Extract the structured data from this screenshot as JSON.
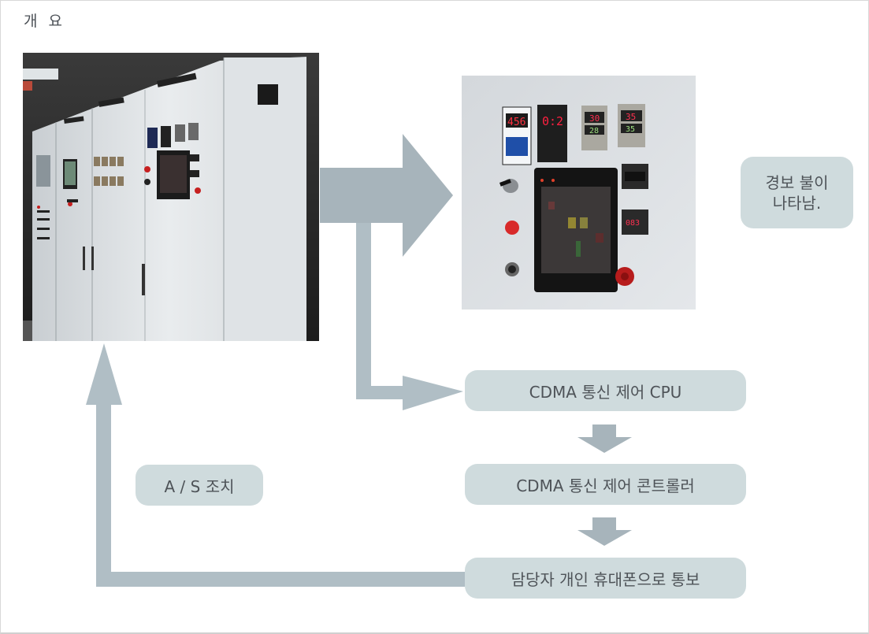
{
  "page": {
    "title": "개 요"
  },
  "images": {
    "cabinet": {
      "alt": "control cabinet with panels"
    },
    "panel": {
      "alt": "control panel closeup with meters and touchscreen"
    }
  },
  "labels": {
    "alarm_line1": "경보 불이",
    "alarm_line2": "나타남.",
    "cdma_cpu": "CDMA 통신 제어 CPU",
    "cdma_controller": "CDMA 통신 제어 콘트롤러",
    "notify_phone": "담당자 개인 휴대폰으로 통보",
    "as_action": "A / S 조치"
  },
  "colors": {
    "arrow_dark": "#a7b4bb",
    "arrow_light": "#b0bec5",
    "pill_bg": "#cfdbdd"
  }
}
